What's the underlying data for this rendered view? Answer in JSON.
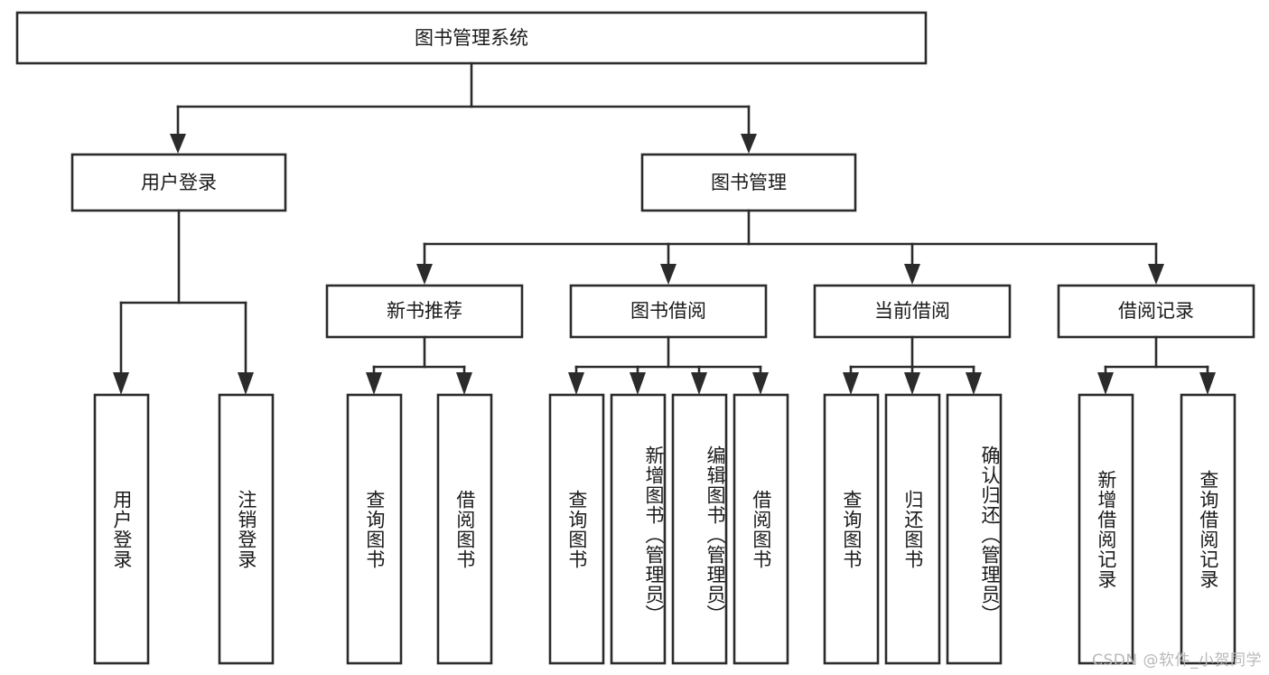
{
  "diagram": {
    "title": "图书管理系统",
    "type": "tree-hierarchy-chart",
    "root": {
      "id": "root",
      "label": "图书管理系统",
      "orientation": "horizontal"
    },
    "level2": [
      {
        "id": "user-login",
        "label": "用户登录",
        "orientation": "horizontal"
      },
      {
        "id": "book-manage",
        "label": "图书管理",
        "orientation": "horizontal"
      }
    ],
    "level3": [
      {
        "id": "new-book-recommend",
        "label": "新书推荐",
        "orientation": "horizontal",
        "parent": "book-manage"
      },
      {
        "id": "book-borrow",
        "label": "图书借阅",
        "orientation": "horizontal",
        "parent": "book-manage"
      },
      {
        "id": "current-borrow",
        "label": "当前借阅",
        "orientation": "horizontal",
        "parent": "book-manage"
      },
      {
        "id": "borrow-record",
        "label": "借阅记录",
        "orientation": "horizontal",
        "parent": "book-manage"
      }
    ],
    "leaves": [
      {
        "id": "leaf-user-login",
        "label": "用户登录",
        "orientation": "vertical",
        "parent": "user-login"
      },
      {
        "id": "leaf-user-logout",
        "label": "注销登录",
        "orientation": "vertical",
        "parent": "user-login"
      },
      {
        "id": "leaf-query-book-1",
        "label": "查询图书",
        "orientation": "vertical",
        "parent": "new-book-recommend"
      },
      {
        "id": "leaf-borrow-book-1",
        "label": "借阅图书",
        "orientation": "vertical",
        "parent": "new-book-recommend"
      },
      {
        "id": "leaf-query-book-2",
        "label": "查询图书",
        "orientation": "vertical",
        "parent": "book-borrow"
      },
      {
        "id": "leaf-add-book",
        "label": "新增图书（管理员）",
        "orientation": "vertical",
        "parent": "book-borrow"
      },
      {
        "id": "leaf-edit-book",
        "label": "编辑图书（管理员）",
        "orientation": "vertical",
        "parent": "book-borrow"
      },
      {
        "id": "leaf-borrow-book-2",
        "label": "借阅图书",
        "orientation": "vertical",
        "parent": "book-borrow"
      },
      {
        "id": "leaf-query-book-3",
        "label": "查询图书",
        "orientation": "vertical",
        "parent": "current-borrow"
      },
      {
        "id": "leaf-return-book",
        "label": "归还图书",
        "orientation": "vertical",
        "parent": "current-borrow"
      },
      {
        "id": "leaf-confirm-return",
        "label": "确认归还（管理员）",
        "orientation": "vertical",
        "parent": "current-borrow"
      },
      {
        "id": "leaf-add-record",
        "label": "新增借阅记录",
        "orientation": "vertical",
        "parent": "borrow-record"
      },
      {
        "id": "leaf-query-record",
        "label": "查询借阅记录",
        "orientation": "vertical",
        "parent": "borrow-record"
      }
    ],
    "colors": {
      "stroke": "#2b2b2b",
      "fill": "#ffffff",
      "text": "#1a1a1a",
      "watermark": "#b9b9b9",
      "background": "#ffffff"
    }
  },
  "watermark": {
    "text": "CSDN @软件_小贺同学"
  }
}
